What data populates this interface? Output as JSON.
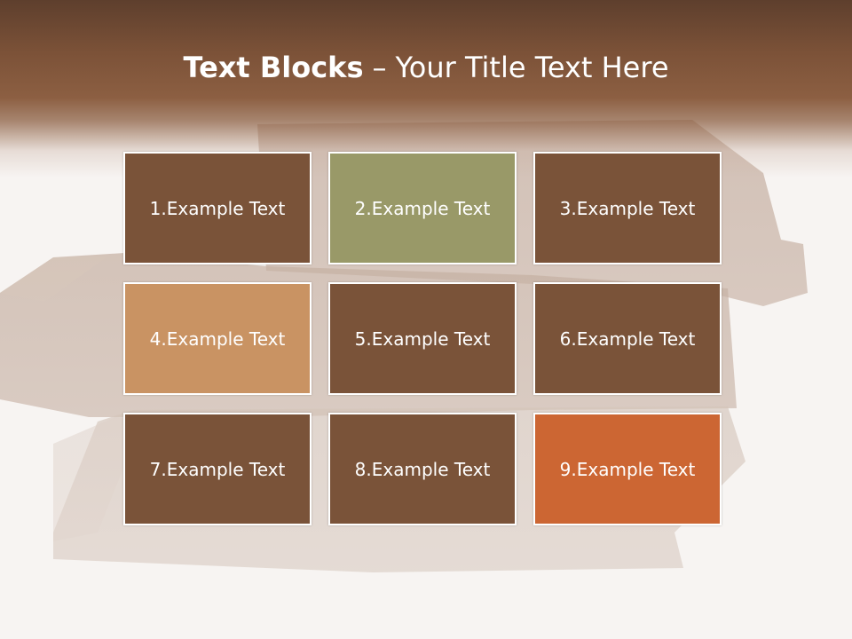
{
  "title": {
    "bold": "Text Blocks",
    "separator": "–",
    "regular": "Your Title Text Here"
  },
  "blocks": [
    {
      "label": "1.Example Text",
      "color": "#7a5339"
    },
    {
      "label": "2.Example Text",
      "color": "#999968"
    },
    {
      "label": "3.Example Text",
      "color": "#7a5339"
    },
    {
      "label": "4.Example Text",
      "color": "#c99363"
    },
    {
      "label": "5.Example Text",
      "color": "#7a5339"
    },
    {
      "label": "6.Example Text",
      "color": "#7a5339"
    },
    {
      "label": "7.Example Text",
      "color": "#7a5339"
    },
    {
      "label": "8.Example Text",
      "color": "#7a5339"
    },
    {
      "label": "9.Example Text",
      "color": "#cc6633"
    }
  ],
  "colors": {
    "header": "#7c5238",
    "background": "#f7f4f2",
    "chocolate": "#a88873"
  }
}
